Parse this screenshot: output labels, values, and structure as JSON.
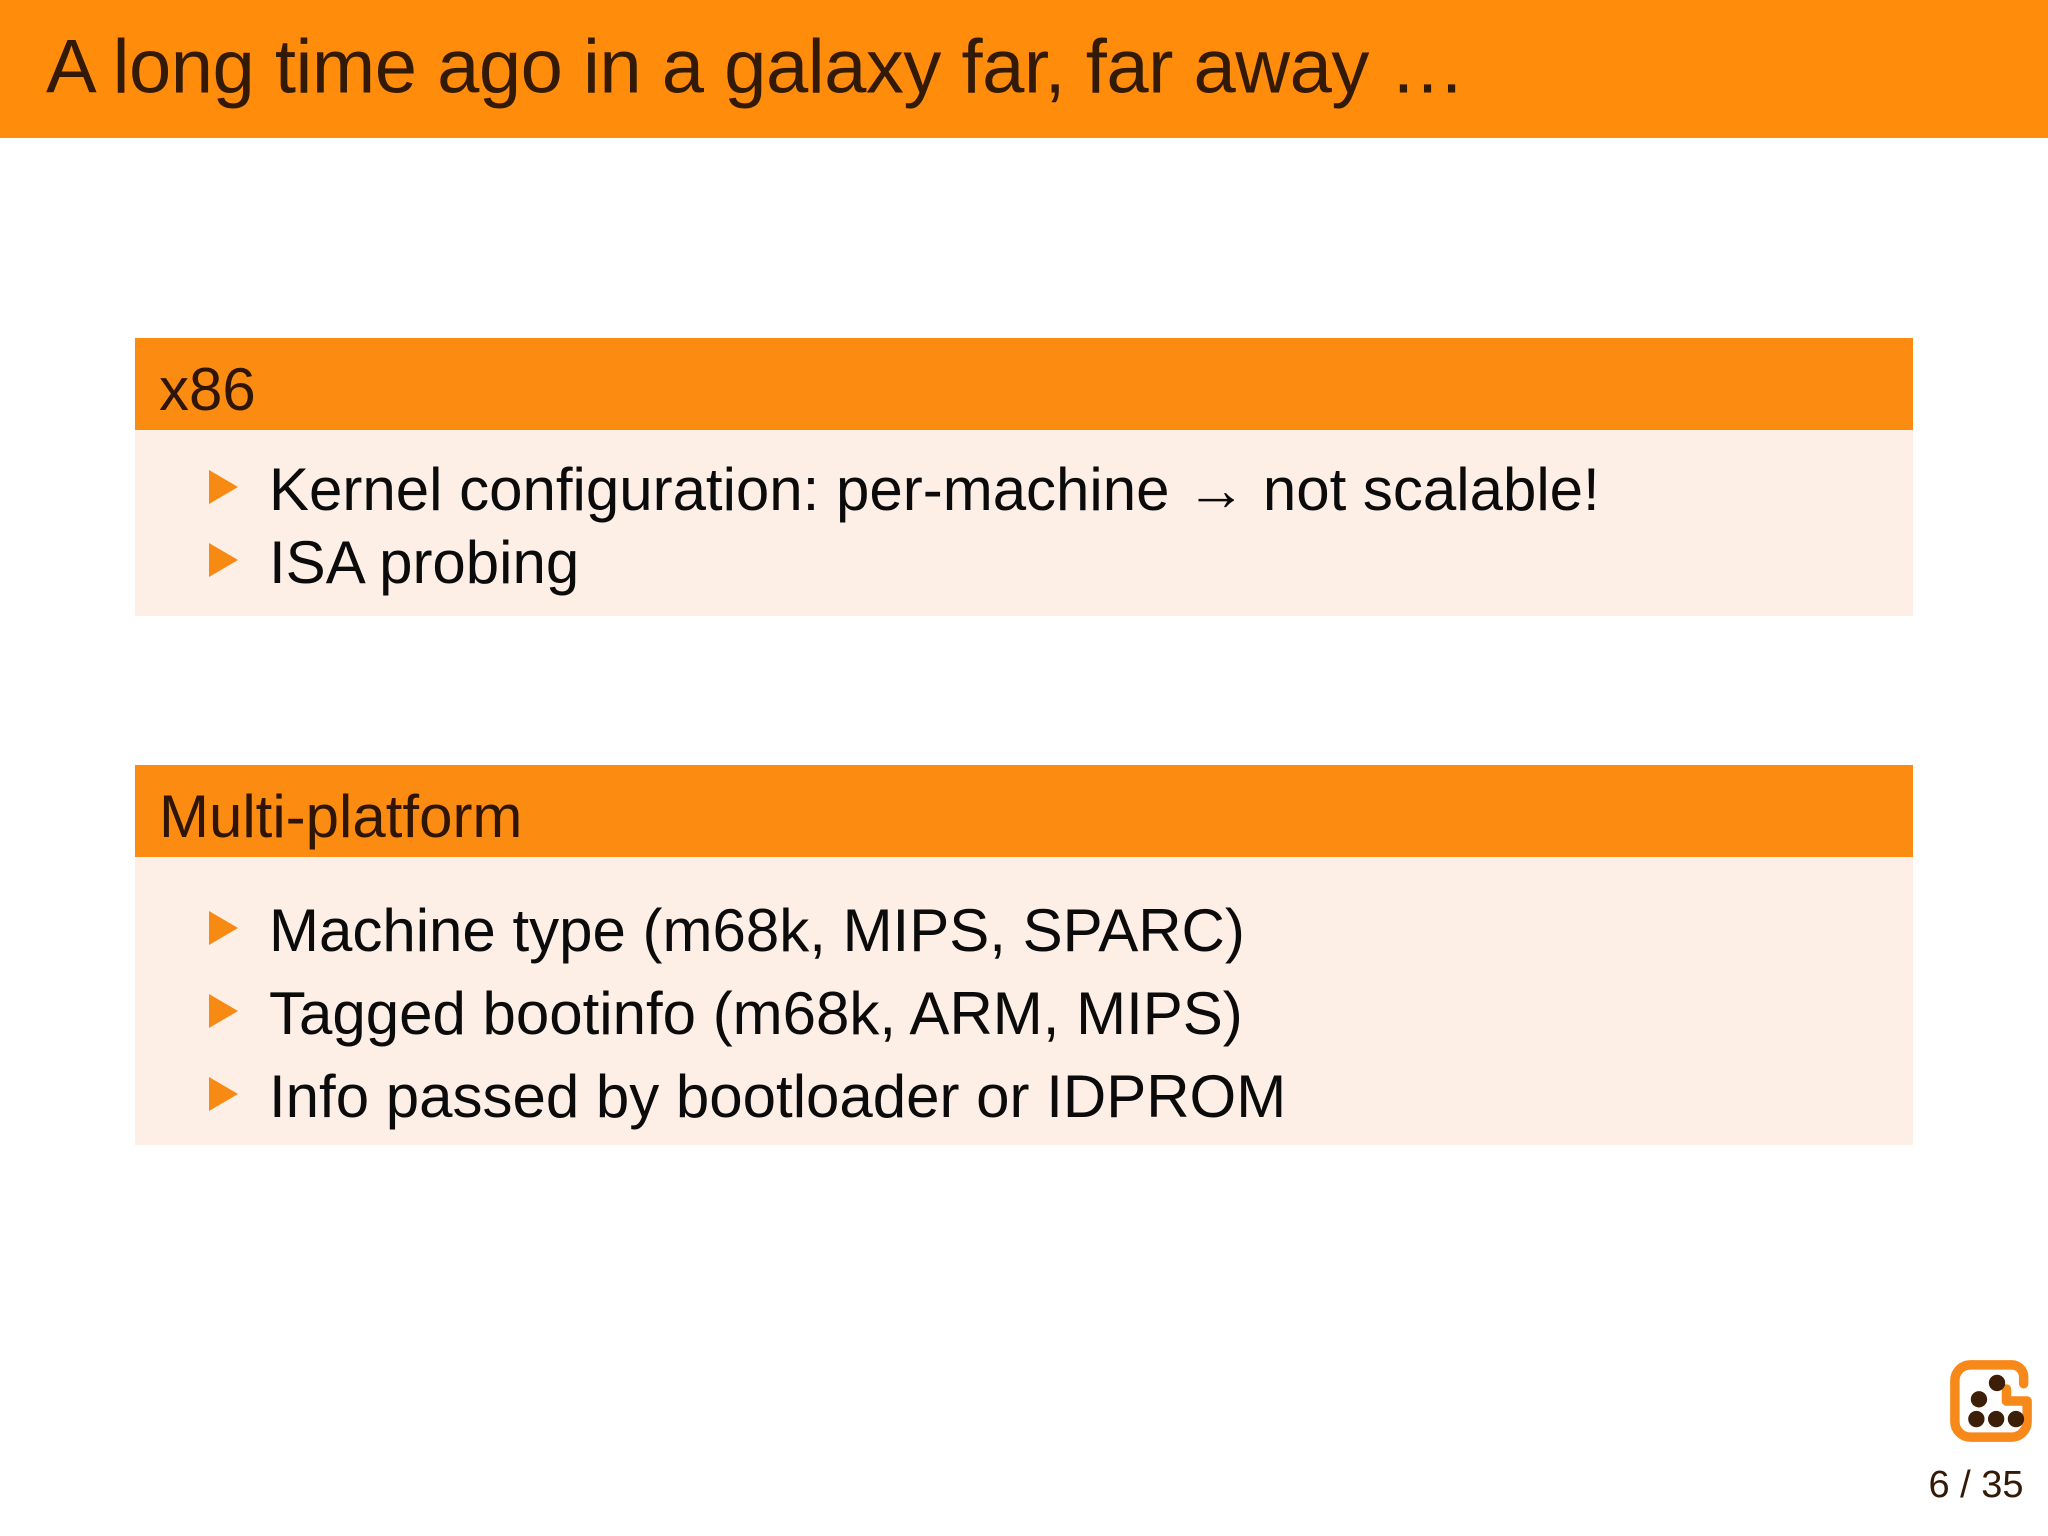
{
  "slide": {
    "title": "A long time ago in a galaxy far, far away …",
    "page_number": "6 / 35",
    "colors": {
      "title_bar": "#ff8c0a",
      "block_header": "#fb8c11",
      "block_body": "#fdeee6",
      "bullet_marker": "#f78a12",
      "title_text": "#331a06",
      "body_text": "#0b0b0b",
      "logo_ring": "#f7881a",
      "logo_dots": "#3d1e08"
    },
    "blocks": [
      {
        "title": "x86",
        "items": [
          "Kernel configuration: per-machine → not scalable!",
          "ISA probing"
        ]
      },
      {
        "title": "Multi-platform",
        "items": [
          "Machine type (m68k, MIPS, SPARC)",
          "Tagged bootinfo (m68k, ARM, MIPS)",
          "Info passed by bootloader or IDPROM"
        ]
      }
    ],
    "logo": {
      "name": "g-dice-logo",
      "dot_count": 5
    }
  }
}
